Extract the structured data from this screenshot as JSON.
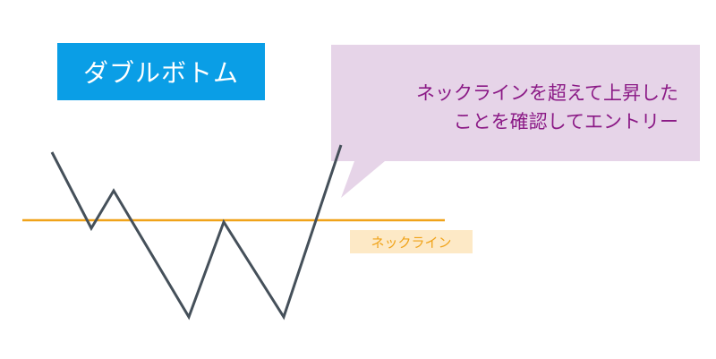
{
  "title": "ダブルボトム",
  "callout": {
    "line1": "ネックラインを超えて上昇した",
    "line2": "ことを確認してエントリー"
  },
  "neckline_label": "ネックライン",
  "colors": {
    "title_bg": "#0a9ee6",
    "title_text": "#ffffff",
    "callout_bg": "#e6d4e8",
    "callout_text": "#8b1a86",
    "neckline": "#f0a31a",
    "neckline_label_bg": "#fde9c6",
    "neckline_label_text": "#f0a31a",
    "price_line": "#45505a"
  }
}
